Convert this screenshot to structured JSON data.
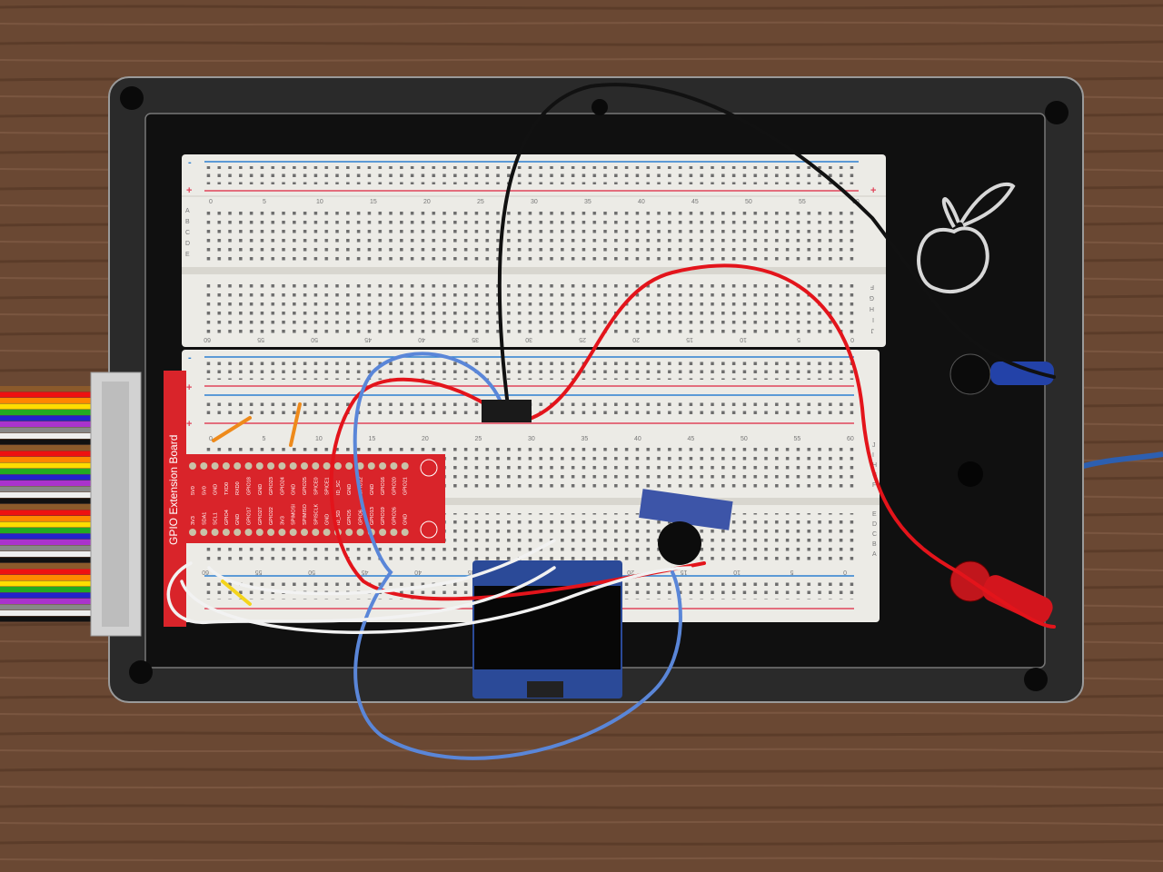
{
  "gpio_board": {
    "title": "GPIO Extension Board",
    "pins_top": [
      "5V0",
      "5V0",
      "GND",
      "TXD0",
      "RXD0",
      "GPIO18",
      "GND",
      "GPIO23",
      "GPIO24",
      "GND",
      "GPIO25",
      "SPICE0",
      "SPICE1",
      "ID_SC",
      "GND",
      "GPIO12",
      "GND",
      "GPIO16",
      "GPIO20",
      "GPIO21"
    ],
    "pins_bottom": [
      "3V3",
      "SDA1",
      "SCL1",
      "GPIO4",
      "GND",
      "GPIO17",
      "GPIO27",
      "GPIO22",
      "3V3",
      "SPIMOSI",
      "SPIMISO",
      "SPISCLK",
      "GND",
      "ID_SD",
      "GPIO5",
      "GPIO6",
      "GPIO13",
      "GPIO19",
      "GPIO26",
      "GND"
    ]
  },
  "breadboard_top": {
    "column_numbers": [
      "0",
      "5",
      "10",
      "15",
      "20",
      "25",
      "30",
      "35",
      "40",
      "45",
      "50",
      "55",
      "60"
    ],
    "row_letters_upper": [
      "A",
      "B",
      "C",
      "D",
      "E"
    ],
    "row_letters_lower": [
      "F",
      "G",
      "H",
      "I",
      "J"
    ],
    "rail_minus": "-",
    "rail_plus": "+"
  },
  "breadboard_bottom": {
    "column_numbers": [
      "0",
      "5",
      "10",
      "15",
      "20",
      "25",
      "30",
      "35",
      "40",
      "45",
      "50",
      "55",
      "60"
    ],
    "row_letters_upper": [
      "J",
      "I",
      "H",
      "G",
      "F"
    ],
    "row_letters_lower": [
      "E",
      "D",
      "C",
      "B",
      "A"
    ],
    "rail_minus": "-",
    "rail_plus": "+"
  },
  "colors": {
    "wood": "#6a4833",
    "plate": "#151515",
    "breadboard": "#ecebe6",
    "gpio_red": "#d9242a",
    "wire_red": "#e3141b",
    "wire_blue": "#5a86d8",
    "wire_black": "#111111",
    "wire_white": "#f2f2f2",
    "rail_red": "#e0455a",
    "rail_blue": "#2d7fd0"
  }
}
